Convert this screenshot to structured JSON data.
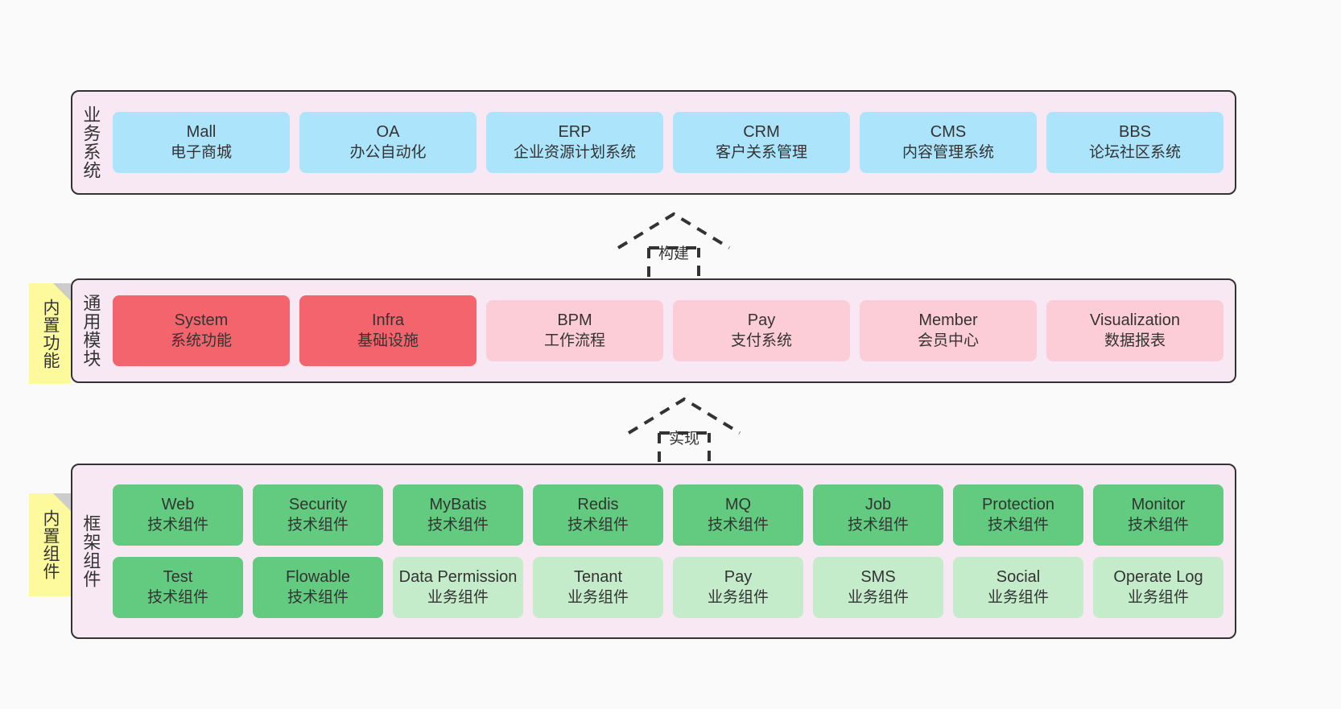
{
  "layers": [
    {
      "id": "business-system",
      "title": "业务系统",
      "cards": [
        {
          "name": "Mall",
          "sub": "电子商城"
        },
        {
          "name": "OA",
          "sub": "办公自动化"
        },
        {
          "name": "ERP",
          "sub": "企业资源计划系统"
        },
        {
          "name": "CRM",
          "sub": "客户关系管理"
        },
        {
          "name": "CMS",
          "sub": "内容管理系统"
        },
        {
          "name": "BBS",
          "sub": "论坛社区系统"
        }
      ]
    },
    {
      "id": "common-modules",
      "title": "通用模块",
      "note": "内置功能",
      "cards": [
        {
          "name": "System",
          "sub": "系统功能",
          "style": "strong"
        },
        {
          "name": "Infra",
          "sub": "基础设施",
          "style": "strong"
        },
        {
          "name": "BPM",
          "sub": "工作流程",
          "style": "light"
        },
        {
          "name": "Pay",
          "sub": "支付系统",
          "style": "light"
        },
        {
          "name": "Member",
          "sub": "会员中心",
          "style": "light"
        },
        {
          "name": "Visualization",
          "sub": "数据报表",
          "style": "light"
        }
      ]
    },
    {
      "id": "framework-components",
      "title": "框架组件",
      "note": "内置组件",
      "rows": [
        [
          {
            "name": "Web",
            "sub": "技术组件",
            "style": "strong"
          },
          {
            "name": "Security",
            "sub": "技术组件",
            "style": "strong"
          },
          {
            "name": "MyBatis",
            "sub": "技术组件",
            "style": "strong"
          },
          {
            "name": "Redis",
            "sub": "技术组件",
            "style": "strong"
          },
          {
            "name": "MQ",
            "sub": "技术组件",
            "style": "strong"
          },
          {
            "name": "Job",
            "sub": "技术组件",
            "style": "strong"
          },
          {
            "name": "Protection",
            "sub": "技术组件",
            "style": "strong"
          },
          {
            "name": "Monitor",
            "sub": "技术组件",
            "style": "strong"
          }
        ],
        [
          {
            "name": "Test",
            "sub": "技术组件",
            "style": "strong"
          },
          {
            "name": "Flowable",
            "sub": "技术组件",
            "style": "strong"
          },
          {
            "name": "Data Permission",
            "sub": "业务组件",
            "style": "light"
          },
          {
            "name": "Tenant",
            "sub": "业务组件",
            "style": "light"
          },
          {
            "name": "Pay",
            "sub": "业务组件",
            "style": "light"
          },
          {
            "name": "SMS",
            "sub": "业务组件",
            "style": "light"
          },
          {
            "name": "Social",
            "sub": "业务组件",
            "style": "light"
          },
          {
            "name": "Operate Log",
            "sub": "业务组件",
            "style": "light"
          }
        ]
      ]
    }
  ],
  "arrows": [
    {
      "id": "arrow-build",
      "label": "构建"
    },
    {
      "id": "arrow-implement",
      "label": "实现"
    }
  ],
  "colors": {
    "canvas": "#fafafa",
    "layer_bg": "#f8e8f4",
    "layer_border": "#333333",
    "business_card": "#ace4fb",
    "module_strong": "#f4646c",
    "module_light": "#fccdd6",
    "component_strong": "#63cb7f",
    "component_light": "#c4ecca",
    "note_bg": "#fcfa9c",
    "note_fold": "#cccccc",
    "text": "#333333"
  }
}
